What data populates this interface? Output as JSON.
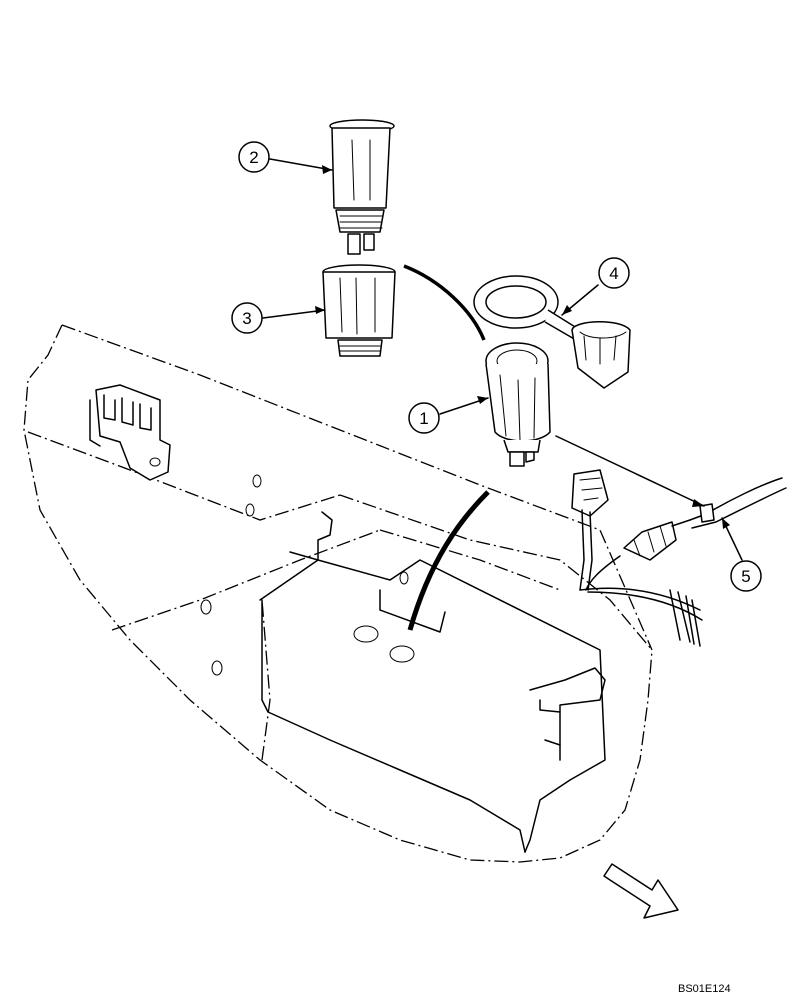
{
  "callouts": [
    {
      "id": "1",
      "label": "1"
    },
    {
      "id": "2",
      "label": "2"
    },
    {
      "id": "3",
      "label": "3"
    },
    {
      "id": "4",
      "label": "4"
    },
    {
      "id": "5",
      "label": "5"
    }
  ],
  "reference_code": "BS01E124",
  "colors": {
    "line": "#000000",
    "background": "#ffffff"
  }
}
